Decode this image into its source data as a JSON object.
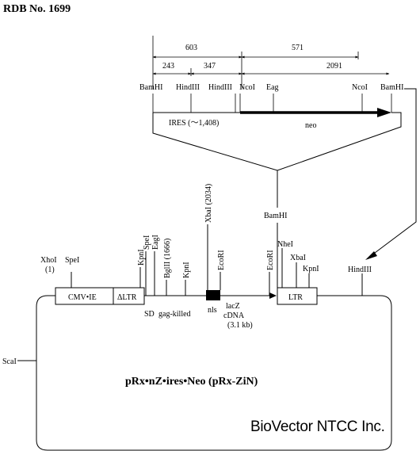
{
  "header": {
    "title": "RDB No. 1699"
  },
  "insert": {
    "distances": {
      "d603": "603",
      "d571": "571",
      "d243": "243",
      "d347": "347",
      "d2091": "2091"
    },
    "sites": {
      "bamhi_left": "BamHI",
      "hindiii_1": "HindIII",
      "hindiii_2": "HindIII",
      "ncoi_1": "NcoI",
      "eag": "Eag",
      "ncoi_2": "NcoI",
      "bamhi_right": "BamHI"
    },
    "ires_label": "IRES (～1,408)",
    "neo_label": "neo"
  },
  "vector": {
    "sites": {
      "xhoi": "XhoI",
      "xhoi_pos": "(1)",
      "spei_1": "SpeI",
      "kpni_1": "KpnI",
      "spei_2": "SpeI",
      "eagi": "EagI",
      "bglii": "BglII (1666)",
      "kpni_2": "KpnI",
      "xbai_1": "XbaI (2034)",
      "ecori_1": "EcoRI",
      "bamhi": "BamHI",
      "ecori_2": "EcoRI",
      "nhei": "NheI",
      "xbai_2": "XbaI",
      "kpni_3": "KpnI",
      "hindiii": "HindIII",
      "scai": "ScaI"
    },
    "features": {
      "cmv_ie": "CMV•IE",
      "delta_ltr": "ΔLTR",
      "ltr": "LTR",
      "sd": "SD",
      "gag_killed": "gag-killed",
      "nls": "nls",
      "lacz_1": "lacZ",
      "lacz_2": "cDNA",
      "lacz_3": "(3.1 kb)"
    },
    "plasmid_name": "pRx•nZ•ires•Neo (pRx-ZiN)"
  },
  "footer": {
    "brand": "BioVector NTCC Inc."
  }
}
